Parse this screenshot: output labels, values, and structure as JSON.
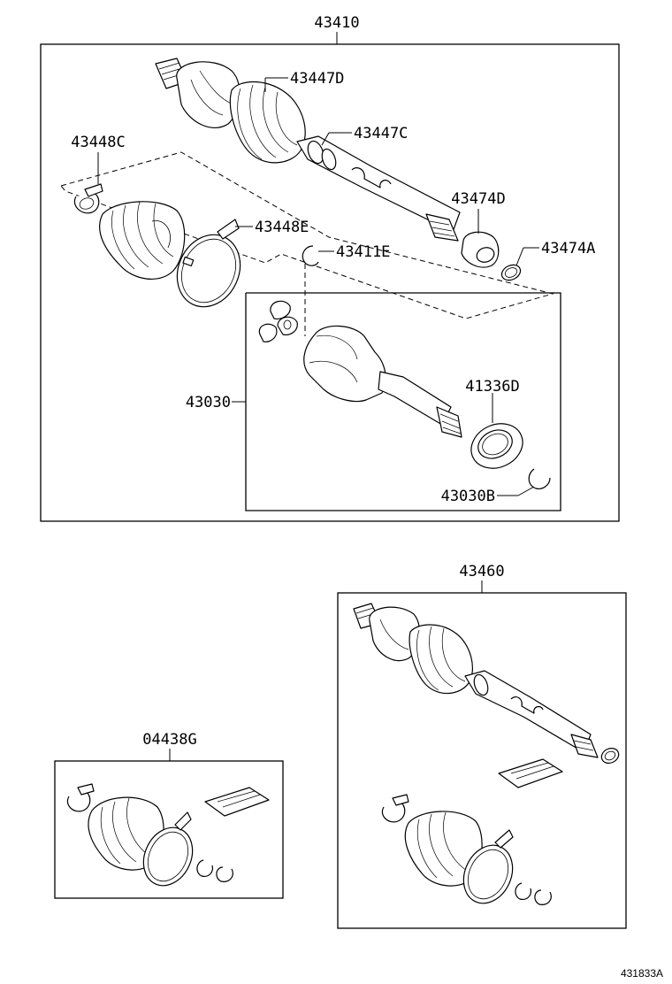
{
  "labels": {
    "assy_front": "43410",
    "boot_clamp_a": "43447D",
    "boot_clamp_b": "43447C",
    "clamp_small": "43448C",
    "clamp_large": "43448E",
    "bearing": "43474D",
    "ring": "43474A",
    "snap_ring": "43411E",
    "inboard_joint": "43030",
    "dust_seal": "41336D",
    "snap_ring_b": "43030B",
    "assy_rear": "43460",
    "boot_kit": "04438G",
    "figure_code": "431833A"
  }
}
